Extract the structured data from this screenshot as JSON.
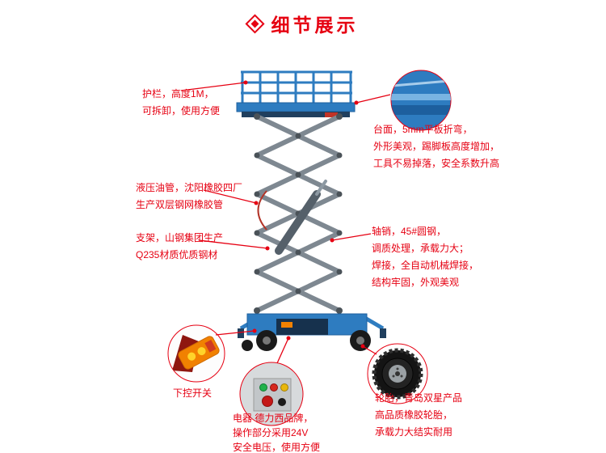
{
  "header": {
    "title": "细节展示"
  },
  "labels": {
    "guardrail": "护栏，高度1M，\n可拆卸，使用方便",
    "platform": "台面，5mm平板折弯，\n外形美观，踢脚板高度增加，\n工具不易掉落，安全系数升高",
    "hydraulic_hose": "液压油管，沈阳橡胶四厂\n生产双层钢网橡胶管",
    "support_frame": "支架，山钢集团生产\nQ235材质优质钢材",
    "axle_pin": "轴销，45#圆钢，\n调质处理，承载力大；\n焊接，全自动机械焊接，\n结构牢固，外观美观",
    "lower_control": "下控开关",
    "electrics": "电器 德力西品牌，\n操作部分采用24V\n安全电压，使用方便",
    "tires": "轮胎，青岛双星产品\n高品质橡胶轮胎，\n承载力大结实耐用"
  },
  "colors": {
    "accent_red": "#e60012",
    "lift_blue": "#2e7cc0",
    "lift_blue_dark": "#1d5f9e",
    "steel_gray": "#7e8891",
    "remote_orange": "#f18101"
  }
}
